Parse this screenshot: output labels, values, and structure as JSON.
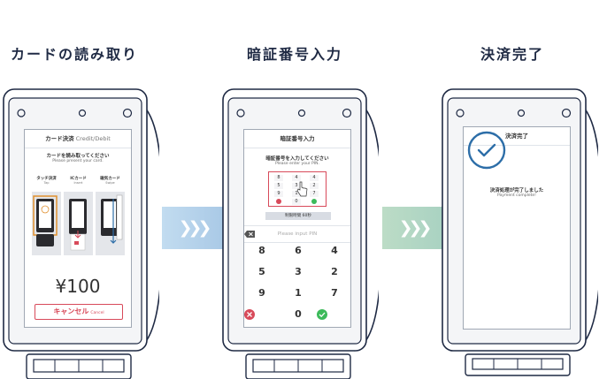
{
  "steps": [
    {
      "title": "カードの読み取り"
    },
    {
      "title": "暗証番号入力"
    },
    {
      "title": "決済完了"
    }
  ],
  "colors": {
    "device_outline": "#1f2a44",
    "accent_red": "#d84a5a",
    "accent_green": "#3cba5a",
    "check_blue": "#2d6ea8",
    "arrow_band_1": "#b8d4ec",
    "arrow_band_2": "#b8dccc"
  },
  "screen1": {
    "header_jp": "カード決済",
    "header_en": "Credit/Debit",
    "instruction_jp": "カードを読み取ってください",
    "instruction_en": "Please present your card.",
    "methods": [
      {
        "jp": "タッチ決済",
        "en": "Tap"
      },
      {
        "jp": "ICカード",
        "en": "Insert"
      },
      {
        "jp": "磁気カード",
        "en": "Swipe"
      }
    ],
    "price": "¥100",
    "cancel_jp": "キャンセル",
    "cancel_en": "Cancel"
  },
  "screen2": {
    "header": "暗証番号入力",
    "instruction_jp": "暗証番号を入力してください",
    "instruction_en": "Please enter your PIN.",
    "mini_keys": [
      "8",
      "4",
      "4",
      "5",
      "3",
      "2",
      "9",
      "1",
      "7",
      "",
      "0",
      ""
    ],
    "timer": "制限時間 60秒",
    "pin_placeholder": "Please input PIN",
    "keys": [
      "8",
      "6",
      "4",
      "5",
      "3",
      "2",
      "9",
      "1",
      "7",
      "",
      "0",
      ""
    ],
    "key_icons": {
      "cancel": "x-icon",
      "confirm": "check-icon"
    }
  },
  "screen3": {
    "header": "決済完了",
    "message_jp": "決済処理が完了しました",
    "message_en": "Payment complete!"
  }
}
